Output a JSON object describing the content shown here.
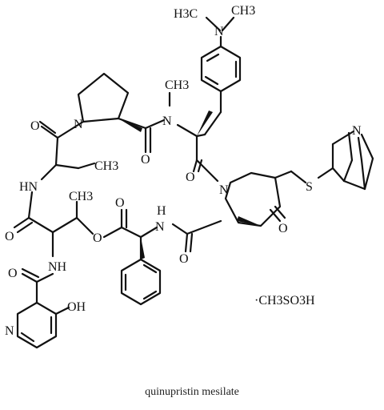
{
  "figure": {
    "caption": "quinupristin mesilate",
    "salt_label": "·CH3SO3H",
    "atoms": {
      "H3C": "H3C",
      "CH3": "CH3",
      "N": "N",
      "O": "O",
      "NH": "NH",
      "HN": "HN",
      "H": "H",
      "S": "S",
      "OH": "OH"
    }
  }
}
